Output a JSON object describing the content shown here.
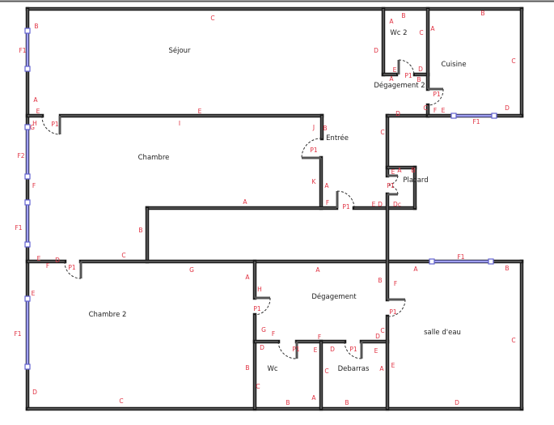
{
  "colors": {
    "wall": "#1a1a1a",
    "window": "#7070e0",
    "label": "#e03040",
    "room_text": "#222222"
  },
  "rooms": [
    "Séjour",
    "Chambre",
    "Entrée",
    "Wc 2",
    "Cuisine",
    "Dégagement 2",
    "Placard",
    "Chambre 2",
    "Dégagement",
    "Wc",
    "Debarras",
    "salle d'eau"
  ],
  "labels": [
    "B",
    "F1",
    "A",
    "E",
    "H",
    "G",
    "P1",
    "E",
    "I",
    "C",
    "A",
    "B",
    "D",
    "C",
    "A",
    "E",
    "P1",
    "D",
    "B",
    "A",
    "B",
    "C",
    "D",
    "F1",
    "C",
    "F",
    "E",
    "D",
    "P1",
    "J",
    "B",
    "P1",
    "K",
    "A",
    "F",
    "P1",
    "E",
    "D",
    "Dc",
    "C",
    "E",
    "A",
    "B",
    "P1",
    "F2",
    "F",
    "A",
    "F1",
    "B",
    "C",
    "E",
    "F",
    "D",
    "P1",
    "G",
    "E",
    "F1",
    "D",
    "C",
    "A",
    "H",
    "P1",
    "G",
    "F",
    "D",
    "A",
    "B",
    "F",
    "P1",
    "C",
    "D",
    "E",
    "D",
    "P1",
    "E",
    "F",
    "P1",
    "B",
    "C",
    "B",
    "A",
    "C",
    "B",
    "A",
    "E",
    "A",
    "F1",
    "B",
    "C",
    "D"
  ]
}
